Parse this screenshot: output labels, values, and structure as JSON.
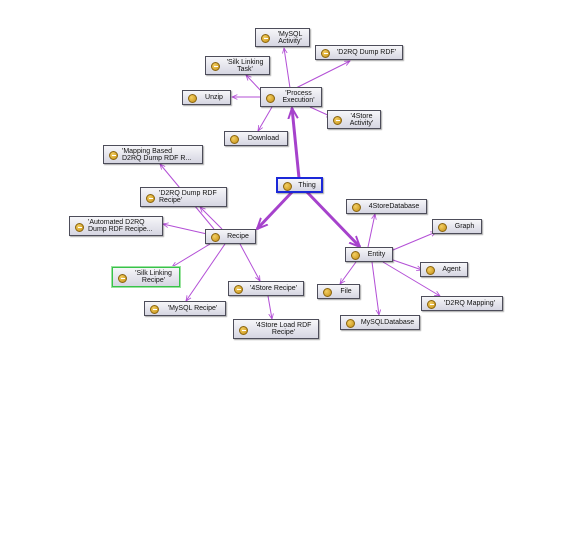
{
  "colors": {
    "edge": "#b34fd6",
    "edge_main": "#a642cc",
    "node_fill_top": "#f6f6f9",
    "node_fill_bottom": "#d6d6e2",
    "selected_border": "#1b28d8",
    "hover_border": "#38c24a",
    "dot": "#d9a93a"
  },
  "nodes": {
    "mysql_activity": "'MySQL\nActivity'",
    "d2rq_dump_rdf": "'D2RQ Dump RDF'",
    "silk_linking_task": "'Silk Linking\nTask'",
    "unzip": "Unzip",
    "process_execution": "'Process\nExecution'",
    "fourstore_activity": "'4Store\nActivity'",
    "download": "Download",
    "mapping_based_d2rq": "'Mapping Based\nD2RQ Dump RDF R...",
    "thing": "Thing",
    "d2rq_dump_rdf_recipe": "'D2RQ Dump RDF\nRecipe'",
    "automated_d2rq": "'Automated D2RQ\nDump RDF Recipe...",
    "recipe": "Recipe",
    "silk_linking_recipe": "'Silk Linking\nRecipe'",
    "mysql_recipe": "'MySQL  Recipe'",
    "fourstore_recipe": "'4Store Recipe'",
    "fourstore_load_rdf_recipe": "'4Store Load RDF\nRecipe'",
    "fourstore_database": "4StoreDatabase",
    "graph": "Graph",
    "entity": "Entity",
    "agent": "Agent",
    "file": "File",
    "d2rq_mapping": "'D2RQ Mapping'",
    "mysql_database": "MySQLDatabase"
  }
}
